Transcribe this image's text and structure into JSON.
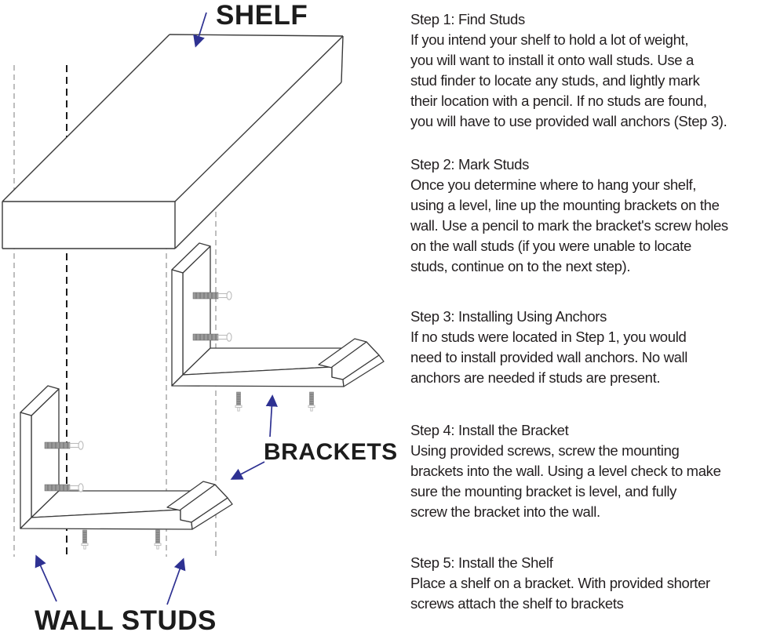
{
  "diagram": {
    "shelf_label": "SHELF",
    "brackets_label": "BRACKETS",
    "wall_studs_label": "WALL STUDS",
    "parts": [
      "shelf",
      "brackets",
      "wall-studs",
      "mounting-screws",
      "shelf-screws"
    ]
  },
  "steps": [
    {
      "heading": "Step 1: Find Studs",
      "body": "If you intend your shelf to hold a lot of weight,\nyou will want to install it onto wall studs. Use a\nstud finder to locate any studs, and lightly mark\ntheir location with a pencil. If no studs are found,\nyou will have to use provided wall anchors (Step 3)."
    },
    {
      "heading": "Step 2: Mark Studs",
      "body": "Once you determine where to hang your shelf,\nusing a level, line up the mounting brackets on the\nwall. Use a pencil to mark the bracket's screw holes\non the wall studs (if you were unable to locate\nstuds, continue on to the next step)."
    },
    {
      "heading": "Step 3: Installing Using Anchors",
      "body": "If no studs were located in Step 1, you would\nneed to install provided wall anchors. No wall\nanchors are needed if studs are present."
    },
    {
      "heading": "Step 4: Install the Bracket",
      "body": "Using provided screws, screw the mounting\nbrackets into the wall. Using a level check to make\nsure the mounting bracket is level, and fully\nscrew the bracket into the wall."
    },
    {
      "heading": "Step 5: Install the Shelf",
      "body": "Place a shelf on a bracket. With provided shorter\nscrews attach the shelf to brackets"
    }
  ],
  "colors": {
    "arrow": "#2e3192",
    "line_art": "#3a3a3a",
    "stud_line_gray": "#9c9c9c",
    "stud_line_black": "#1b1b1b",
    "text": "#231f20",
    "screw_gray": "#9a9a9a"
  }
}
